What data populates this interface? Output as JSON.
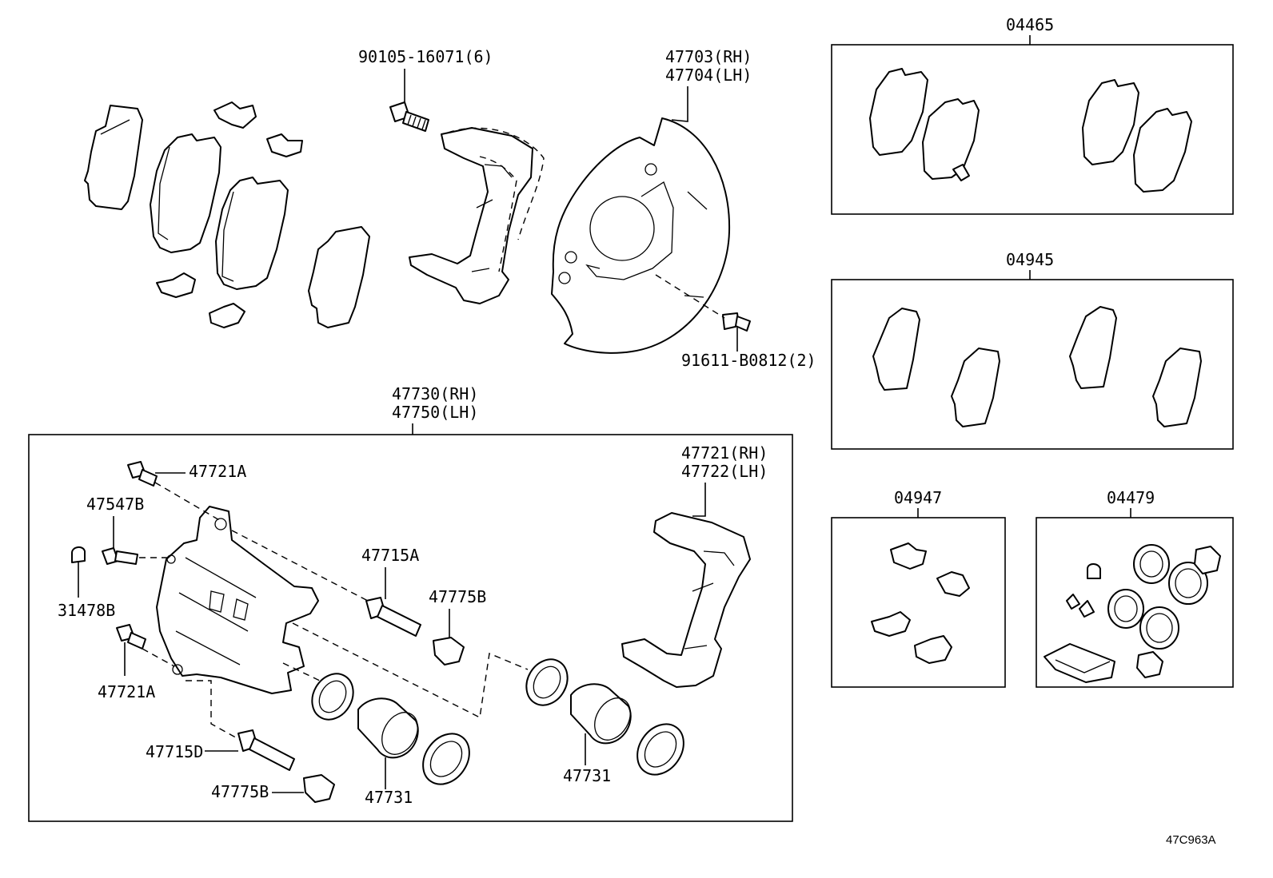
{
  "labels": {
    "retainer_bolt": "90105-16071(6)",
    "cover_rh": "47703(RH)",
    "cover_lh": "47704(LH)",
    "cover_bolt": "91611-B0812(2)",
    "cyl_rh": "47730(RH)",
    "cyl_lh": "47750(LH)",
    "bolt_a_top": "47721A",
    "bleeder": "47547B",
    "cap": "31478B",
    "bolt_a_bottom": "47721A",
    "pin_d": "47715D",
    "boot_b_bottom": "47775B",
    "pin_a": "47715A",
    "boot_b_mid": "47775B",
    "piston_left": "47731",
    "piston_right": "47731",
    "mount_rh": "47721(RH)",
    "mount_lh": "47722(LH)",
    "kit_pad": "04465",
    "kit_shim": "04945",
    "kit_fit": "04947",
    "kit_seal": "04479",
    "diagram_code": "47C963A"
  }
}
